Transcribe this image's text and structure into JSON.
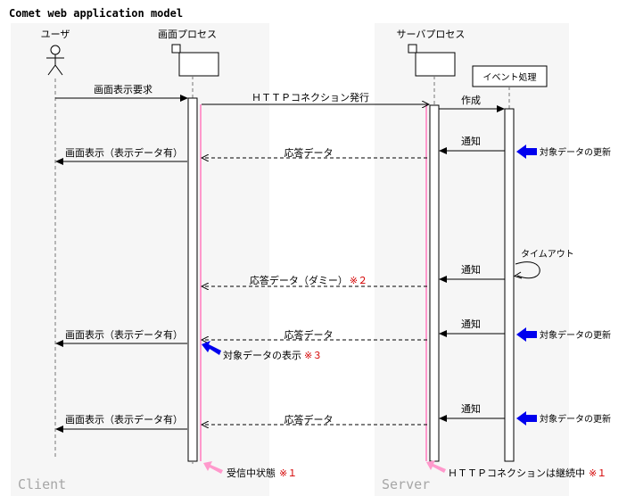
{
  "title": "Comet web application model",
  "zones": {
    "client": "Client",
    "server": "Server"
  },
  "participants": {
    "user": "ユーザ",
    "screen_process": "画面プロセス",
    "server_process": "サーバプロセス",
    "event_processing": "イベント処理"
  },
  "messages": {
    "display_request": "画面表示要求",
    "http_connection": "ＨＴＴＰコネクション発行",
    "create": "作成",
    "notify_1": "通知",
    "response_1": "応答データ",
    "display_1": "画面表示（表示データ有）",
    "timeout": "タイムアウト",
    "notify_2": "通知",
    "response_dummy": "応答データ（ダミー）",
    "response_dummy_note": "※２",
    "notify_3": "通知",
    "response_3": "応答データ",
    "display_3": "画面表示（表示データ有）",
    "notify_4": "通知",
    "response_4": "応答データ",
    "display_4": "画面表示（表示データ有）"
  },
  "annotations": {
    "data_update_1": "対象データの更新",
    "data_update_2": "対象データの更新",
    "data_update_3": "対象データの更新",
    "display_target": "対象データの表示",
    "display_target_note": "※３",
    "receiving": "受信中状態",
    "receiving_note": "※１",
    "connection_kept": "ＨＴＴＰコネクションは継続中",
    "connection_kept_note": "※１"
  },
  "colors": {
    "zone_bg": "#f6f6f6",
    "receiving_line": "#ff99cc",
    "callout_arrow": "#0000ee",
    "note_red": "#d40000",
    "zone_text": "#a6a6a6"
  }
}
